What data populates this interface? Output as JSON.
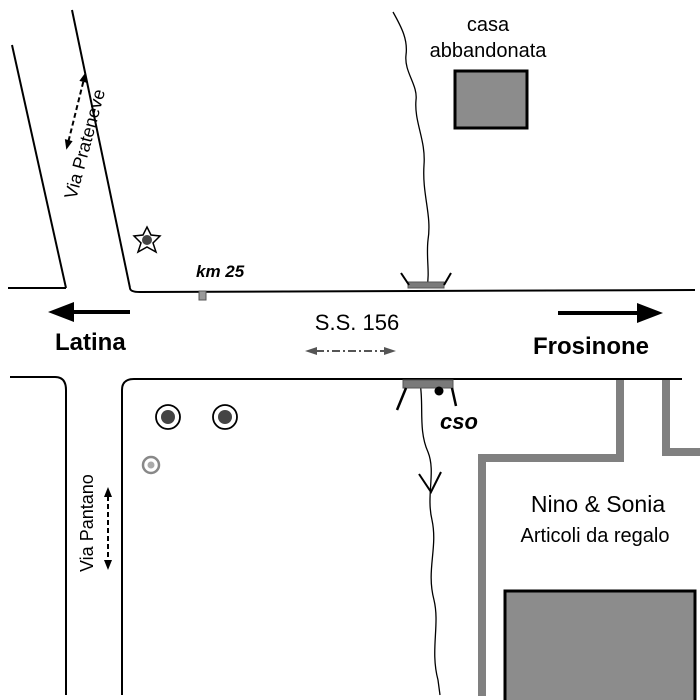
{
  "labels": {
    "house": [
      "casa",
      "abbandonata"
    ],
    "via_prateneve": "Via Prateneve",
    "via_pantano": "Via Pantano",
    "km": "km 25",
    "road": "S.S. 156",
    "latina": "Latina",
    "frosinone": "Frosinone",
    "cso": "cso",
    "shop_name": "Nino & Sonia",
    "shop_desc": "Articoli da regalo"
  },
  "colors": {
    "ink": "#000000",
    "building_fill": "#8c8c8c",
    "gray_road": "#808080",
    "bridge": "#7a7a7a"
  },
  "icons": {
    "trees": "tree-icon",
    "bush": "bush-icon",
    "km_marker": "km-marker-icon",
    "incident_point": "dot-icon",
    "stream_flow": "arrowhead-icon"
  }
}
